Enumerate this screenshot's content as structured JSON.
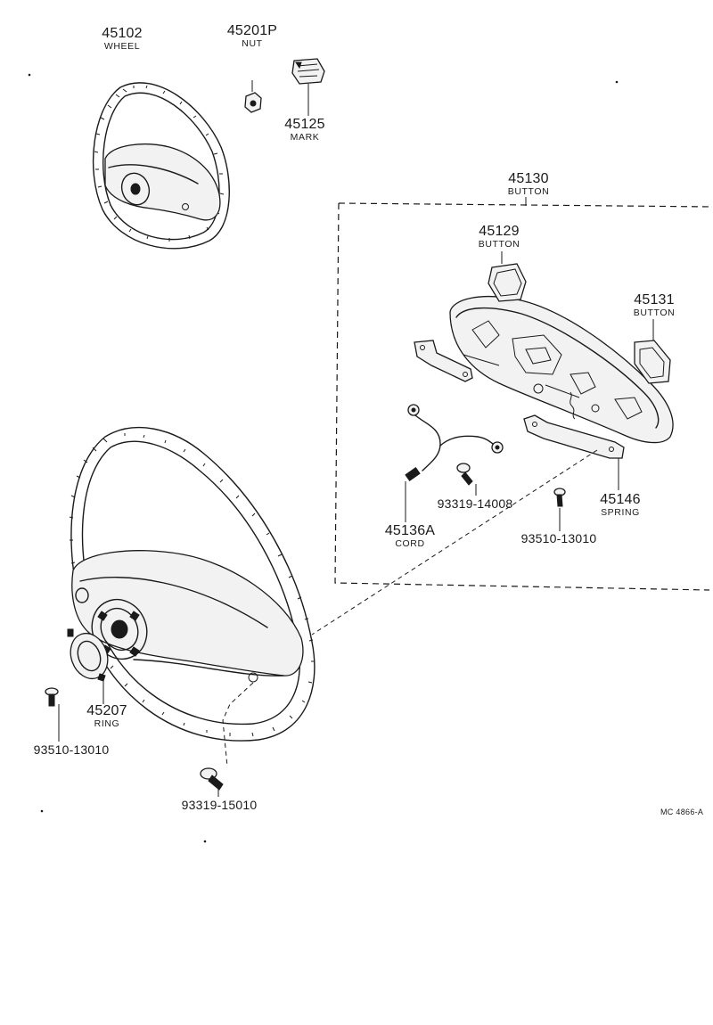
{
  "diagram_ref": "MC 4866-A",
  "parts": {
    "wheel": {
      "number": "45102",
      "name": "WHEEL"
    },
    "nut": {
      "number": "45201P",
      "name": "NUT"
    },
    "mark": {
      "number": "45125",
      "name": "MARK"
    },
    "button_assy": {
      "number": "45130",
      "name": "BUTTON"
    },
    "button_left": {
      "number": "45129",
      "name": "BUTTON"
    },
    "button_right": {
      "number": "45131",
      "name": "BUTTON"
    },
    "screw_cord": {
      "number": "93319-14008"
    },
    "cord": {
      "number": "45136A",
      "name": "CORD"
    },
    "spring": {
      "number": "45146",
      "name": "SPRING"
    },
    "screw_spring": {
      "number": "93510-13010"
    },
    "ring": {
      "number": "45207",
      "name": "RING"
    },
    "screw_ring": {
      "number": "93510-13010"
    },
    "screw_wheel": {
      "number": "93319-15010"
    }
  },
  "icons": [
    "steering-wheel-icon",
    "nut-icon",
    "mark-emblem-icon",
    "horn-pad-icon",
    "screw-icon",
    "ring-icon",
    "cord-icon",
    "spring-plate-icon"
  ]
}
